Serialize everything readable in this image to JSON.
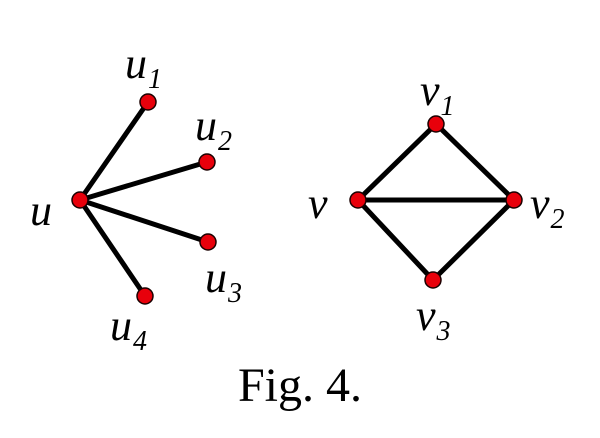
{
  "graphs": [
    {
      "id": "star-graph",
      "vertices": [
        {
          "id": "u",
          "label": "u",
          "sub": ""
        },
        {
          "id": "u1",
          "label": "u",
          "sub": "1"
        },
        {
          "id": "u2",
          "label": "u",
          "sub": "2"
        },
        {
          "id": "u3",
          "label": "u",
          "sub": "3"
        },
        {
          "id": "u4",
          "label": "u",
          "sub": "4"
        }
      ],
      "edges": [
        [
          "u",
          "u1"
        ],
        [
          "u",
          "u2"
        ],
        [
          "u",
          "u3"
        ],
        [
          "u",
          "u4"
        ]
      ]
    },
    {
      "id": "diamond-graph",
      "vertices": [
        {
          "id": "v",
          "label": "v",
          "sub": ""
        },
        {
          "id": "v1",
          "label": "v",
          "sub": "1"
        },
        {
          "id": "v2",
          "label": "v",
          "sub": "2"
        },
        {
          "id": "v3",
          "label": "v",
          "sub": "3"
        }
      ],
      "edges": [
        [
          "v",
          "v1"
        ],
        [
          "v",
          "v2"
        ],
        [
          "v",
          "v3"
        ],
        [
          "v1",
          "v2"
        ],
        [
          "v3",
          "v2"
        ]
      ]
    }
  ],
  "colors": {
    "node_fill": "#e8000b",
    "edge": "#000000",
    "text": "#000000"
  },
  "caption": "Fig. 4."
}
